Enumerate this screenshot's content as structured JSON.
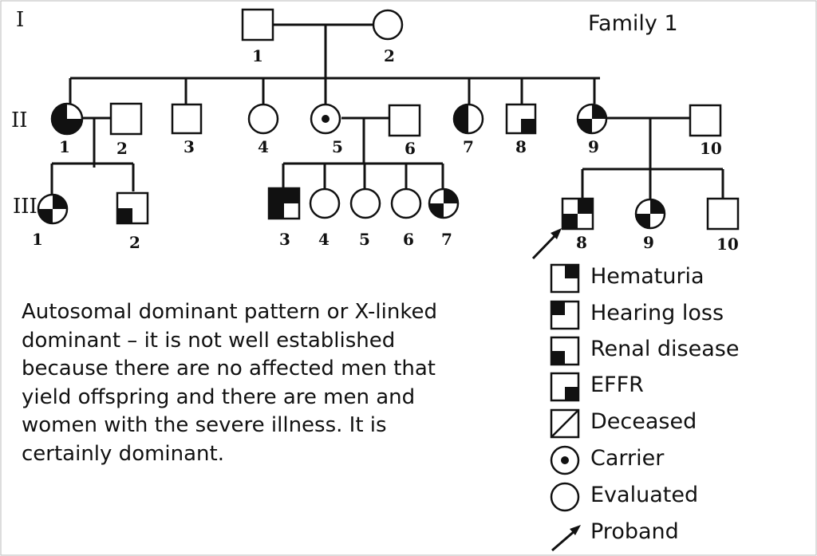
{
  "title": "Family 1",
  "generations": [
    "I",
    "II",
    "III"
  ],
  "description": "Autosomal dominant pattern or X-linked\ndominant – it is not well established\nbecause there are no affected men that\nyield offspring and there are men and\nwomen with the severe illness. It is\ncertainly dominant.",
  "individuals": {
    "I": [
      {
        "id": "1",
        "sex": "male",
        "features": []
      },
      {
        "id": "2",
        "sex": "female",
        "features": []
      }
    ],
    "II": [
      {
        "id": "1",
        "sex": "female",
        "features": [
          "hearing_loss",
          "renal_disease",
          "effr"
        ]
      },
      {
        "id": "2",
        "sex": "male",
        "features": []
      },
      {
        "id": "3",
        "sex": "male",
        "features": []
      },
      {
        "id": "4",
        "sex": "female",
        "features": [
          "evaluated"
        ]
      },
      {
        "id": "5",
        "sex": "female",
        "features": [
          "carrier",
          "evaluated"
        ]
      },
      {
        "id": "6",
        "sex": "male",
        "features": []
      },
      {
        "id": "7",
        "sex": "female",
        "features": [
          "hearing_loss",
          "renal_disease"
        ]
      },
      {
        "id": "8",
        "sex": "male",
        "features": [
          "effr"
        ]
      },
      {
        "id": "9",
        "sex": "female",
        "features": [
          "hematuria",
          "renal_disease",
          "evaluated"
        ]
      },
      {
        "id": "10",
        "sex": "male",
        "features": []
      }
    ],
    "III": [
      {
        "id": "1",
        "sex": "female",
        "features": [
          "hematuria",
          "renal_disease",
          "evaluated"
        ]
      },
      {
        "id": "2",
        "sex": "male",
        "features": [
          "renal_disease"
        ]
      },
      {
        "id": "3",
        "sex": "male",
        "features": [
          "hearing_loss",
          "hematuria",
          "renal_disease"
        ]
      },
      {
        "id": "4",
        "sex": "female",
        "features": [
          "evaluated"
        ]
      },
      {
        "id": "5",
        "sex": "female",
        "features": []
      },
      {
        "id": "6",
        "sex": "female",
        "features": [
          "evaluated"
        ]
      },
      {
        "id": "7",
        "sex": "female",
        "features": [
          "hematuria",
          "renal_disease",
          "evaluated"
        ]
      },
      {
        "id": "8",
        "sex": "male",
        "features": [
          "hematuria",
          "renal_disease",
          "evaluated",
          "proband"
        ]
      },
      {
        "id": "9",
        "sex": "female",
        "features": [
          "hematuria",
          "renal_disease",
          "evaluated"
        ]
      },
      {
        "id": "10",
        "sex": "male",
        "features": []
      }
    ]
  },
  "legend": [
    {
      "key": "hematuria",
      "label": "Hematuria"
    },
    {
      "key": "hearing_loss",
      "label": "Hearing loss"
    },
    {
      "key": "renal_disease",
      "label": "Renal disease"
    },
    {
      "key": "effr",
      "label": "EFFR"
    },
    {
      "key": "deceased",
      "label": "Deceased"
    },
    {
      "key": "carrier",
      "label": "Carrier"
    },
    {
      "key": "evaluated",
      "label": "Evaluated"
    },
    {
      "key": "proband",
      "label": "Proband"
    }
  ]
}
